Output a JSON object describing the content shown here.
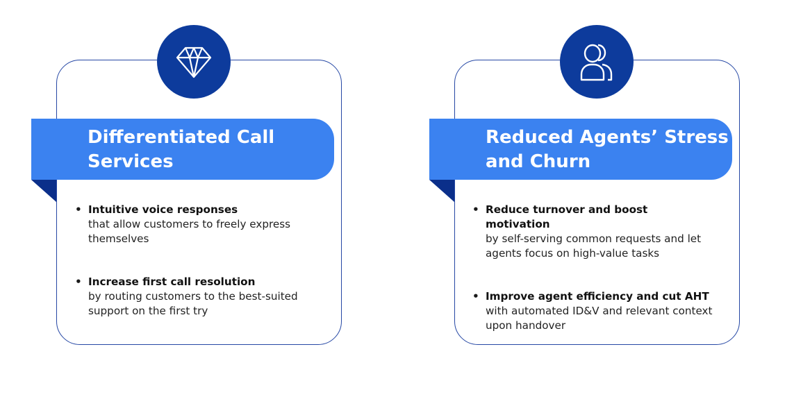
{
  "colors": {
    "card_border": "#2547a4",
    "icon_circle": "#0d3b9c",
    "banner": "#3b82f0",
    "banner_fold": "#0b2f8a"
  },
  "cards": [
    {
      "icon": "diamond-icon",
      "title": "Differentiated Call\nServices",
      "points": [
        {
          "title": "Intuitive voice responses",
          "desc": "that allow customers to freely express themselves"
        },
        {
          "title": "Increase first call resolution",
          "desc": "by routing customers to the best-suited support on the first try"
        }
      ]
    },
    {
      "icon": "users-icon",
      "title": "Reduced Agents’ Stress\nand Churn",
      "points": [
        {
          "title": "Reduce turnover and boost motivation",
          "desc": "by self-serving common requests and let agents focus on high-value tasks"
        },
        {
          "title": "Improve agent efficiency and cut AHT",
          "desc": "with automated ID&V and relevant context upon handover"
        }
      ]
    }
  ]
}
